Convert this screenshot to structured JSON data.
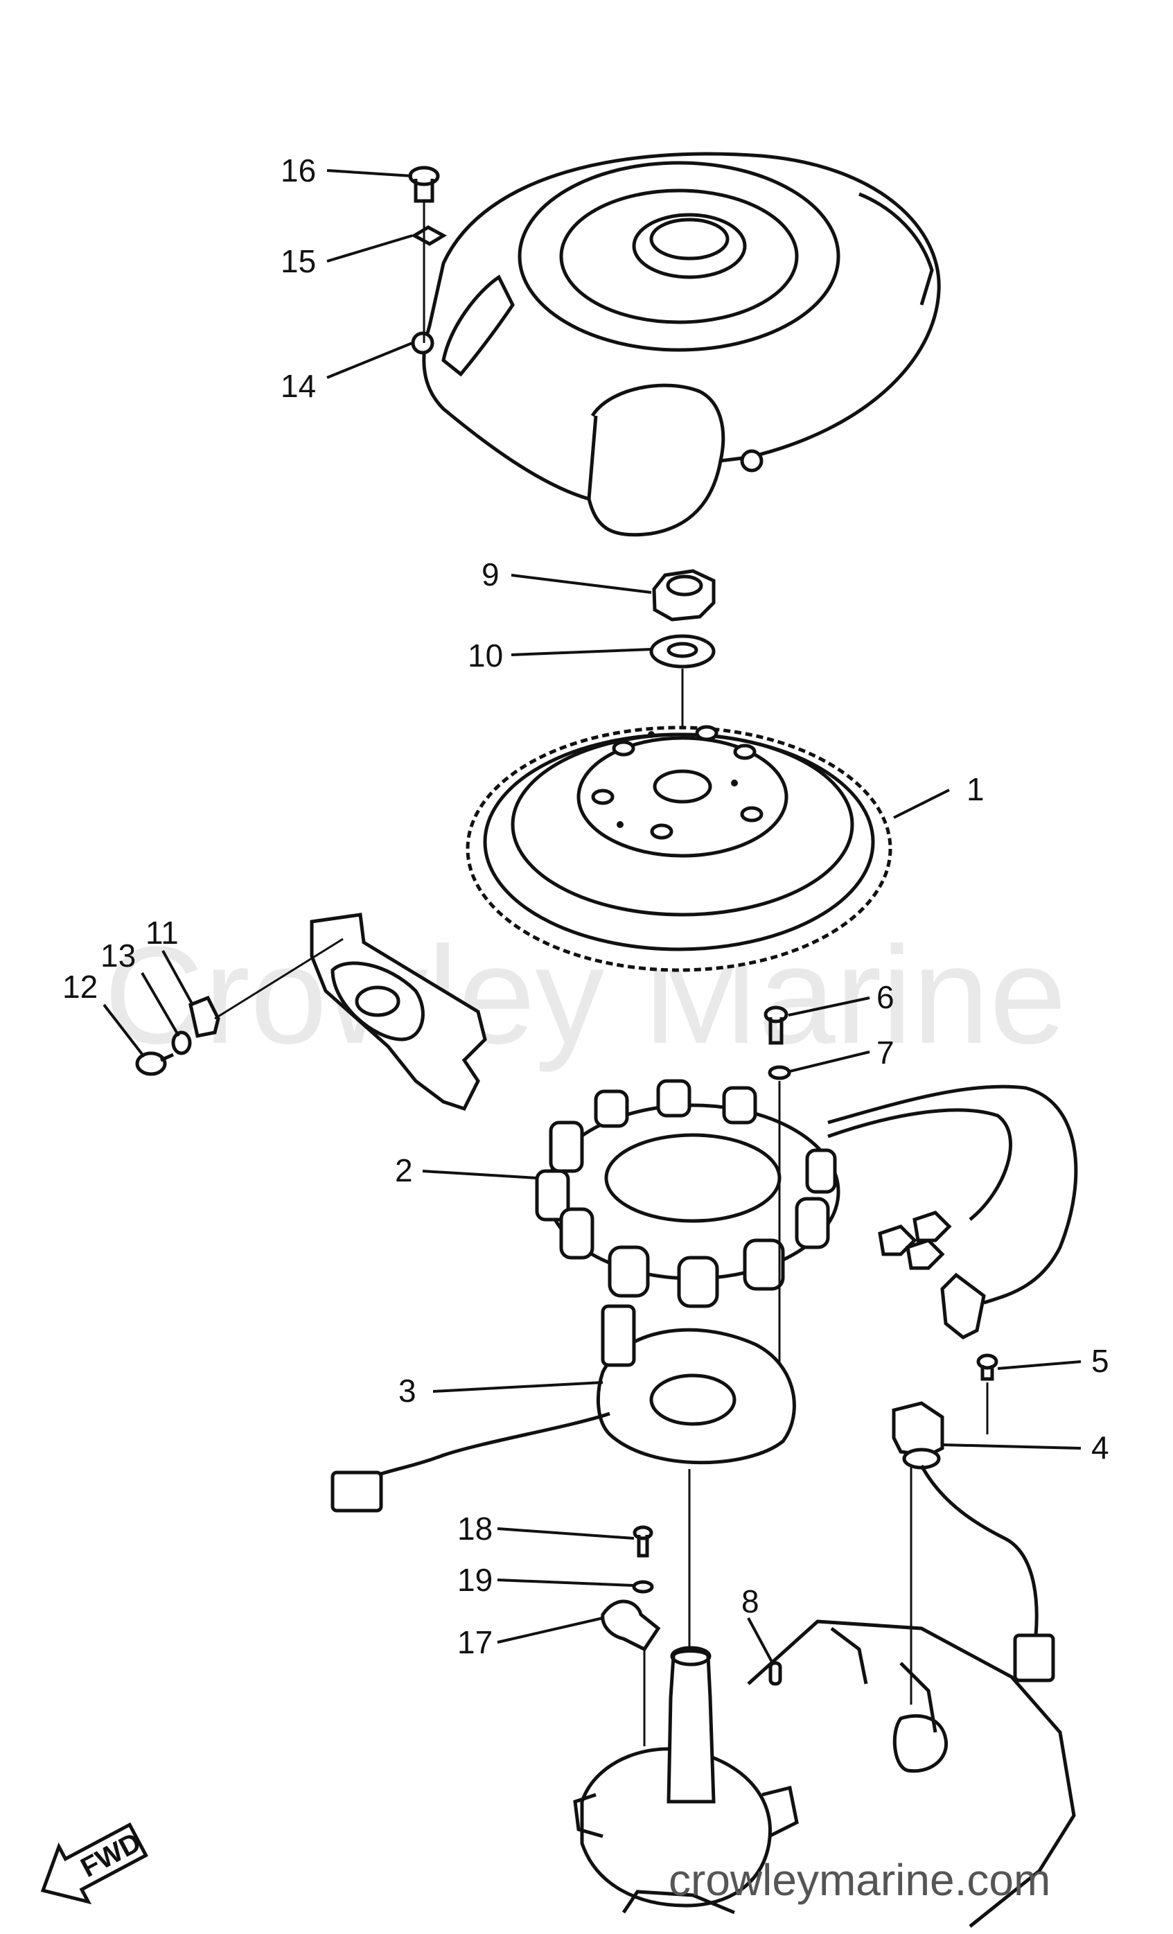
{
  "watermark": "Crowley Marine",
  "footer": "crowleymarine.com",
  "direction_badge": "FWD",
  "callouts": [
    {
      "id": "1",
      "label": "1"
    },
    {
      "id": "2",
      "label": "2"
    },
    {
      "id": "3",
      "label": "3"
    },
    {
      "id": "4",
      "label": "4"
    },
    {
      "id": "5",
      "label": "5"
    },
    {
      "id": "6",
      "label": "6"
    },
    {
      "id": "7",
      "label": "7"
    },
    {
      "id": "8",
      "label": "8"
    },
    {
      "id": "9",
      "label": "9"
    },
    {
      "id": "10",
      "label": "10"
    },
    {
      "id": "11",
      "label": "11"
    },
    {
      "id": "12",
      "label": "12"
    },
    {
      "id": "13",
      "label": "13"
    },
    {
      "id": "14",
      "label": "14"
    },
    {
      "id": "15",
      "label": "15"
    },
    {
      "id": "16",
      "label": "16"
    },
    {
      "id": "17",
      "label": "17"
    },
    {
      "id": "18",
      "label": "18"
    },
    {
      "id": "19",
      "label": "19"
    }
  ]
}
